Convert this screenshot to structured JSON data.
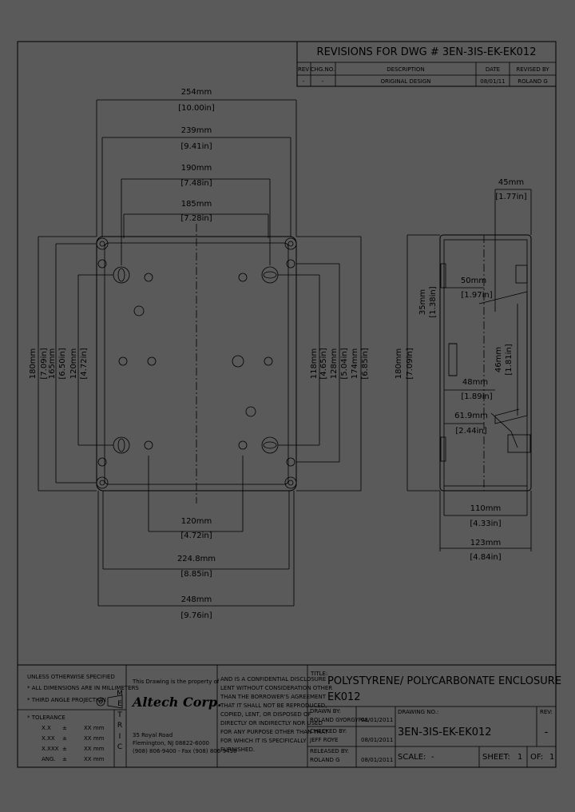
{
  "revisions": {
    "title": "REVISIONS FOR DWG # 3EN-3IS-EK-EK012",
    "headers": {
      "rev": "REV",
      "chg": "CHG.NO.",
      "desc": "DESCRIPTION",
      "date": "DATE",
      "by": "REVISED BY"
    },
    "row": {
      "rev": "-",
      "chg": "-",
      "desc": "ORIGINAL DESIGN",
      "date": "08/01/11",
      "by": "ROLAND G"
    }
  },
  "top_view_dims": {
    "d254": {
      "mm": "254mm",
      "in": "[10.00in]"
    },
    "d239": {
      "mm": "239mm",
      "in": "[9.41in]"
    },
    "d190": {
      "mm": "190mm",
      "in": "[7.48in]"
    },
    "d185": {
      "mm": "185mm",
      "in": "[7.28in]"
    },
    "d120b": {
      "mm": "120mm",
      "in": "[4.72in]"
    },
    "d2248": {
      "mm": "224.8mm",
      "in": "[8.85in]"
    },
    "d248": {
      "mm": "248mm",
      "in": "[9.76in]"
    },
    "v180": {
      "mm": "180mm",
      "in": "[7.09in]"
    },
    "v165": {
      "mm": "165mm",
      "in": "[6.50in]"
    },
    "v120": {
      "mm": "120mm",
      "in": "[4.72in]"
    },
    "v118": {
      "mm": "118mm",
      "in": "[4.65in]"
    },
    "v128": {
      "mm": "128mm",
      "in": "[5.04in]"
    },
    "v174": {
      "mm": "174mm",
      "in": "[6.85in]"
    }
  },
  "side_view_dims": {
    "d45": {
      "mm": "45mm",
      "in": "[1.77in]"
    },
    "d50": {
      "mm": "50mm",
      "in": "[1.97in]"
    },
    "d35": {
      "mm": "35mm",
      "in": "[1.38in]"
    },
    "d46": {
      "mm": "46mm",
      "in": "[1.81in]"
    },
    "d48": {
      "mm": "48mm",
      "in": "[1.89in]"
    },
    "d619": {
      "mm": "61.9mm",
      "in": "[2.44in]"
    },
    "v180": {
      "mm": "180mm",
      "in": "[7.09in]"
    },
    "d110": {
      "mm": "110mm",
      "in": "[4.33in]"
    },
    "d123": {
      "mm": "123mm",
      "in": "[4.84in]"
    }
  },
  "title_block": {
    "notes": [
      "UNLESS OTHERWISE SPECIFIED",
      "* ALL DIMENSIONS ARE IN MILLIMETERS",
      "* THIRD ANGLE PROJECTION"
    ],
    "tolerance_header": "* TOLERANCE",
    "tolerances": [
      {
        "k": "X.X",
        "v": "XX mm"
      },
      {
        "k": "X.XX",
        "v": "XX mm"
      },
      {
        "k": "X.XXX",
        "v": "XX mm"
      },
      {
        "k": "ANG.",
        "v": "XX mm"
      }
    ],
    "metric": [
      "M",
      "E",
      "T",
      "R",
      "I",
      "C"
    ],
    "property_note": "This Drawing is the property of",
    "company": "Altech Corp.",
    "address": [
      "35 Royal Road",
      "Flemington, NJ 08822-6000",
      "(908) 806-9400 - Fax (908) 806-9490"
    ],
    "confidential": [
      "AND IS A CONFIDENTIAL DISCLOSURE",
      "LENT WITHOUT CONSIDERATION OTHER",
      "THAN THE BORROWER'S AGREEMENT",
      "THAT IT SHALL NOT BE REPRODUCED,",
      "COPIED, LENT, OR DISPOSED OF",
      "DIRECTLY OR INDIRECTLY NOR USED",
      "FOR ANY PURPOSE OTHER THAN THAT",
      "FOR WHICH IT IS SPECIFICALLY",
      "FURNISHED."
    ],
    "title_label": "TITLE:",
    "title_line1": "POLYSTYRENE/ POLYCARBONATE ENCLOSURE",
    "title_line2": "EK012",
    "drawn_label": "DRAWN BY:",
    "drawn_name": "ROLAND GYORGYPAL",
    "drawn_date": "08/01/2011",
    "checked_label": "CHECKED BY:",
    "checked_name": "JEFF ROYE",
    "checked_date": "08/01/2011",
    "released_label": "RELEASED BY:",
    "released_name": "ROLAND G",
    "released_date": "08/01/2011",
    "drawing_no_label": "DRAWING NO.:",
    "drawing_no": "3EN-3IS-EK-EK012",
    "rev_label": "REV:",
    "rev": "-",
    "scale_label": "SCALE:",
    "scale": "-",
    "sheet_label": "SHEET:",
    "sheet": "1",
    "of_label": "OF:",
    "of": "1"
  }
}
